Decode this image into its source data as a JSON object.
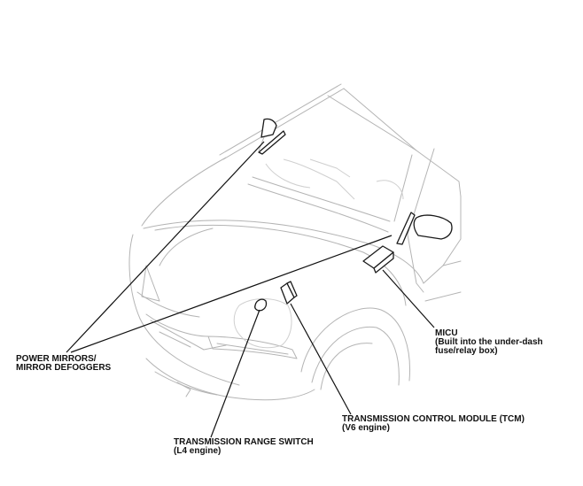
{
  "labels": {
    "power_mirrors": {
      "line1": "POWER MIRRORS/",
      "line2": "MIRROR DEFOGGERS"
    },
    "micu": {
      "line1": "MICU",
      "line2": "(Built into the under-dash",
      "line3": "fuse/relay box)"
    },
    "tcm": {
      "line1": "TRANSMISSION CONTROL MODULE (TCM)",
      "line2": "(V6 engine)"
    },
    "range_switch": {
      "line1": "TRANSMISSION RANGE SWITCH",
      "line2": "(L4 engine)"
    }
  },
  "colors": {
    "line_art": "#b4b4b4",
    "callouts": "#111111",
    "background": "#ffffff"
  }
}
